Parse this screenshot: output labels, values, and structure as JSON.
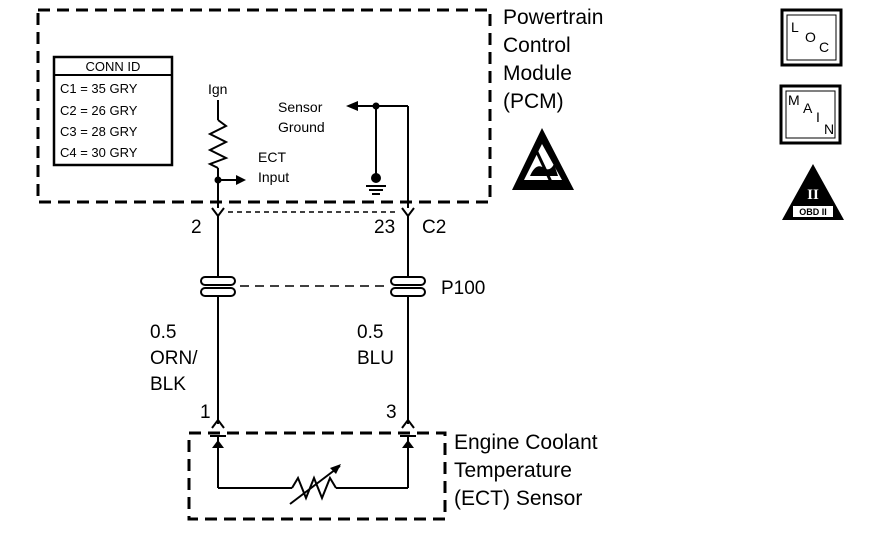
{
  "pcm": {
    "title_lines": [
      "Powertrain",
      "Control",
      "Module",
      "(PCM)"
    ]
  },
  "conn_table": {
    "header": "CONN ID",
    "rows": [
      "C1 = 35 GRY",
      "C2 = 26 GRY",
      "C3 = 28 GRY",
      "C4 = 30 GRY"
    ]
  },
  "internal": {
    "ign": "Ign",
    "ect_input": [
      "ECT",
      "Input"
    ],
    "sensor_ground": [
      "Sensor",
      "Ground"
    ]
  },
  "pins": {
    "left_pcm": "2",
    "right_pcm": "23",
    "connector": "C2",
    "left_sensor": "1",
    "right_sensor": "3"
  },
  "inline_connector": "P100",
  "wires": {
    "left": [
      "0.5",
      "ORN/",
      "BLK"
    ],
    "right": [
      "0.5",
      "BLU"
    ]
  },
  "sensor": {
    "label_lines": [
      "Engine Coolant",
      "Temperature",
      "(ECT) Sensor"
    ]
  },
  "badges": {
    "loc": [
      "L",
      "O",
      "C"
    ],
    "main": [
      "M",
      "A",
      "I",
      "N"
    ],
    "obd_numeral": "II",
    "obd_text": "OBD II"
  }
}
